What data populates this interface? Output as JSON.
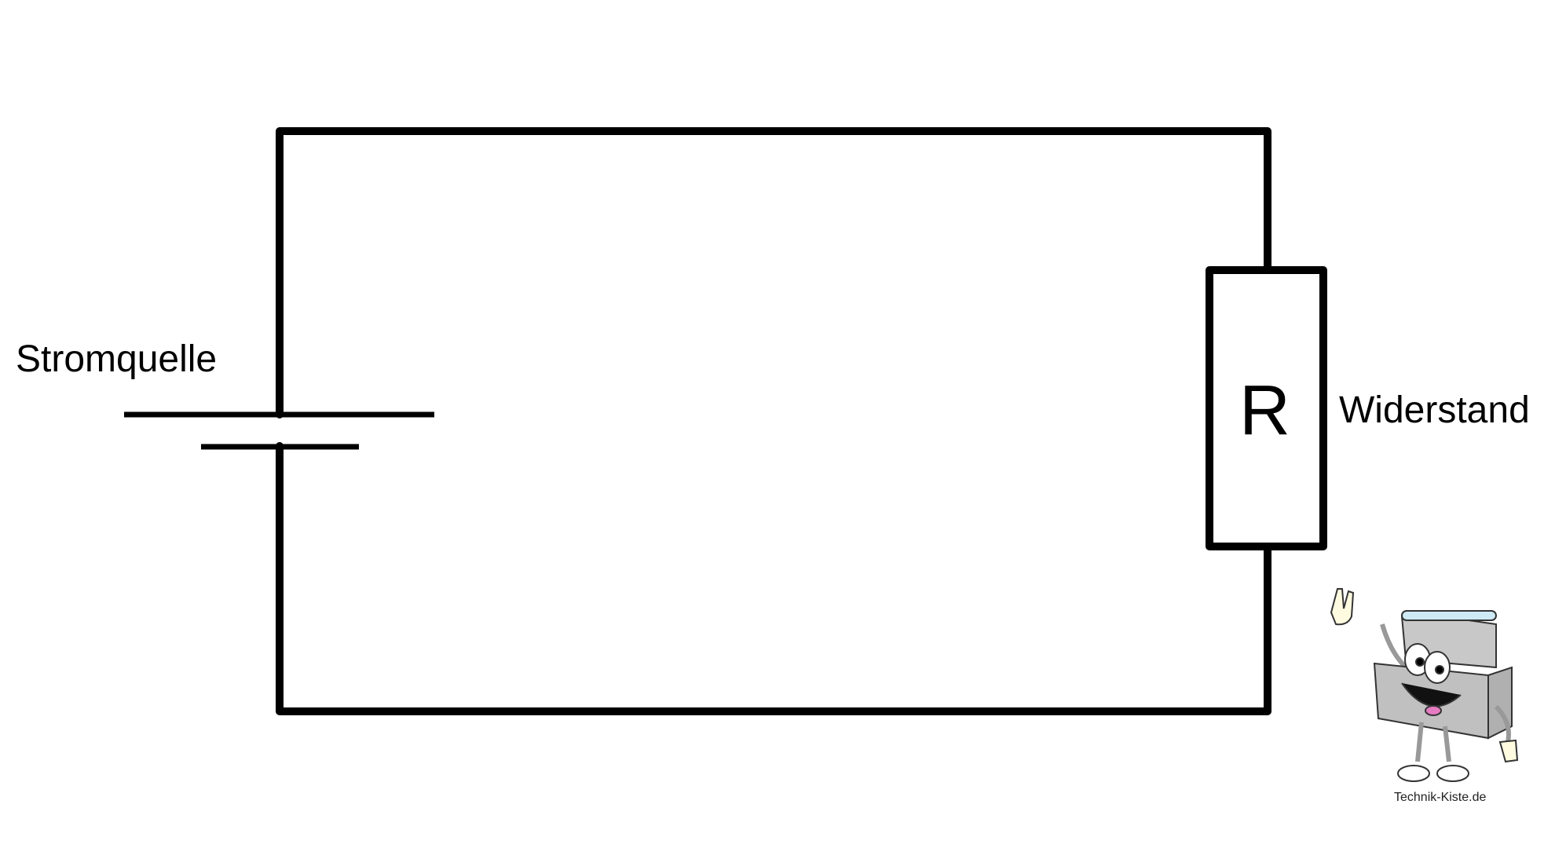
{
  "labels": {
    "source": "Stromquelle",
    "resistor_symbol": "R",
    "resistor": "Widerstand"
  },
  "watermark": "Technik-Kiste.de"
}
